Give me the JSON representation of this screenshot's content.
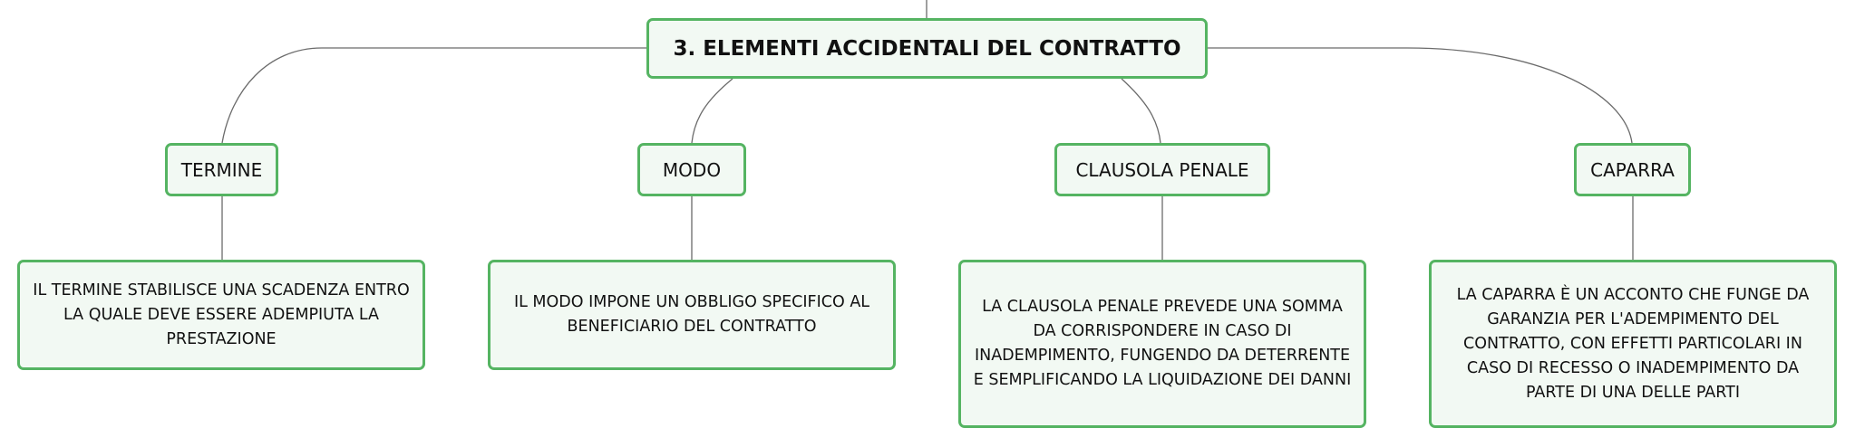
{
  "root": {
    "label": "3. ELEMENTI ACCIDENTALI DEL CONTRATTO"
  },
  "branches": [
    {
      "label": "TERMINE",
      "detail": "IL TERMINE STABILISCE UNA SCADENZA ENTRO LA QUALE DEVE ESSERE ADEMPIUTA LA PRESTAZIONE"
    },
    {
      "label": "MODO",
      "detail": "IL MODO IMPONE UN OBBLIGO SPECIFICO AL BENEFICIARIO DEL CONTRATTO"
    },
    {
      "label": "CLAUSOLA PENALE",
      "detail": "LA CLAUSOLA PENALE PREVEDE UNA SOMMA DA CORRISPONDERE IN CASO DI INADEMPIMENTO, FUNGENDO DA DETERRENTE E SEMPLIFICANDO LA LIQUIDAZIONE DEI DANNI"
    },
    {
      "label": "CAPARRA",
      "detail": "LA CAPARRA È UN ACCONTO CHE FUNGE DA GARANZIA PER L'ADEMPIMENTO DEL CONTRATTO, CON EFFETTI PARTICOLARI IN CASO DI RECESSO O INADEMPIMENTO DA PARTE DI UNA DELLE PARTI"
    }
  ],
  "colors": {
    "node_border": "#55b462",
    "node_fill": "#f2f9f3",
    "connector": "#6b6b6b"
  }
}
